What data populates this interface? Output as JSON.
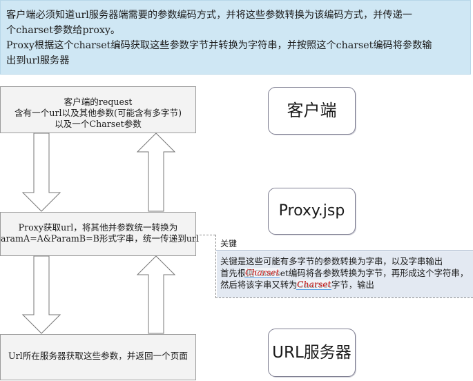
{
  "banner": {
    "line1": "客户端必须知道url服务器端需要的参数编码方式，并将这些参数转换为该编码方式，并传递一",
    "line2": "个charset参数给proxy。",
    "line3": "Proxy根据这个charset编码获取这些参数字节并转换为字符串，并按照这个charset编码将参数输",
    "line4": "出到url服务器"
  },
  "flow": {
    "request_box": {
      "line1": "客户端的request",
      "line2": "含有一个url以及其他参数(可能含有多字节)",
      "line3": "以及一个Charset参数"
    },
    "proxy_box": {
      "line1": "Proxy获取url，将其他并参数统一转换为",
      "line2": "aramA=A&ParamB=B形式字串，统一传递到url"
    },
    "url_box": {
      "line1": "Url所在服务器获取这些参数，并返回一个页面"
    }
  },
  "labels": {
    "client": "客户端",
    "proxy": "Proxy.jsp",
    "url_server": "URL服务器"
  },
  "note": {
    "title": "关键",
    "line1": "关键是这些可能有多字节的参数转换为字串，以及字串输出",
    "line2": "首先根据Charset编码将各参数转换为字节，再形成这个字符串，",
    "line3": "然后将该字串又转为Charset字节，输出",
    "overlay1": "Charset",
    "overlay2": "Charset"
  },
  "colors": {
    "banner_bg": "#cfe7f4",
    "box_bg": "#f3f3f3",
    "note_bg": "#e3e9f2",
    "overlay_text": "#d02020"
  }
}
